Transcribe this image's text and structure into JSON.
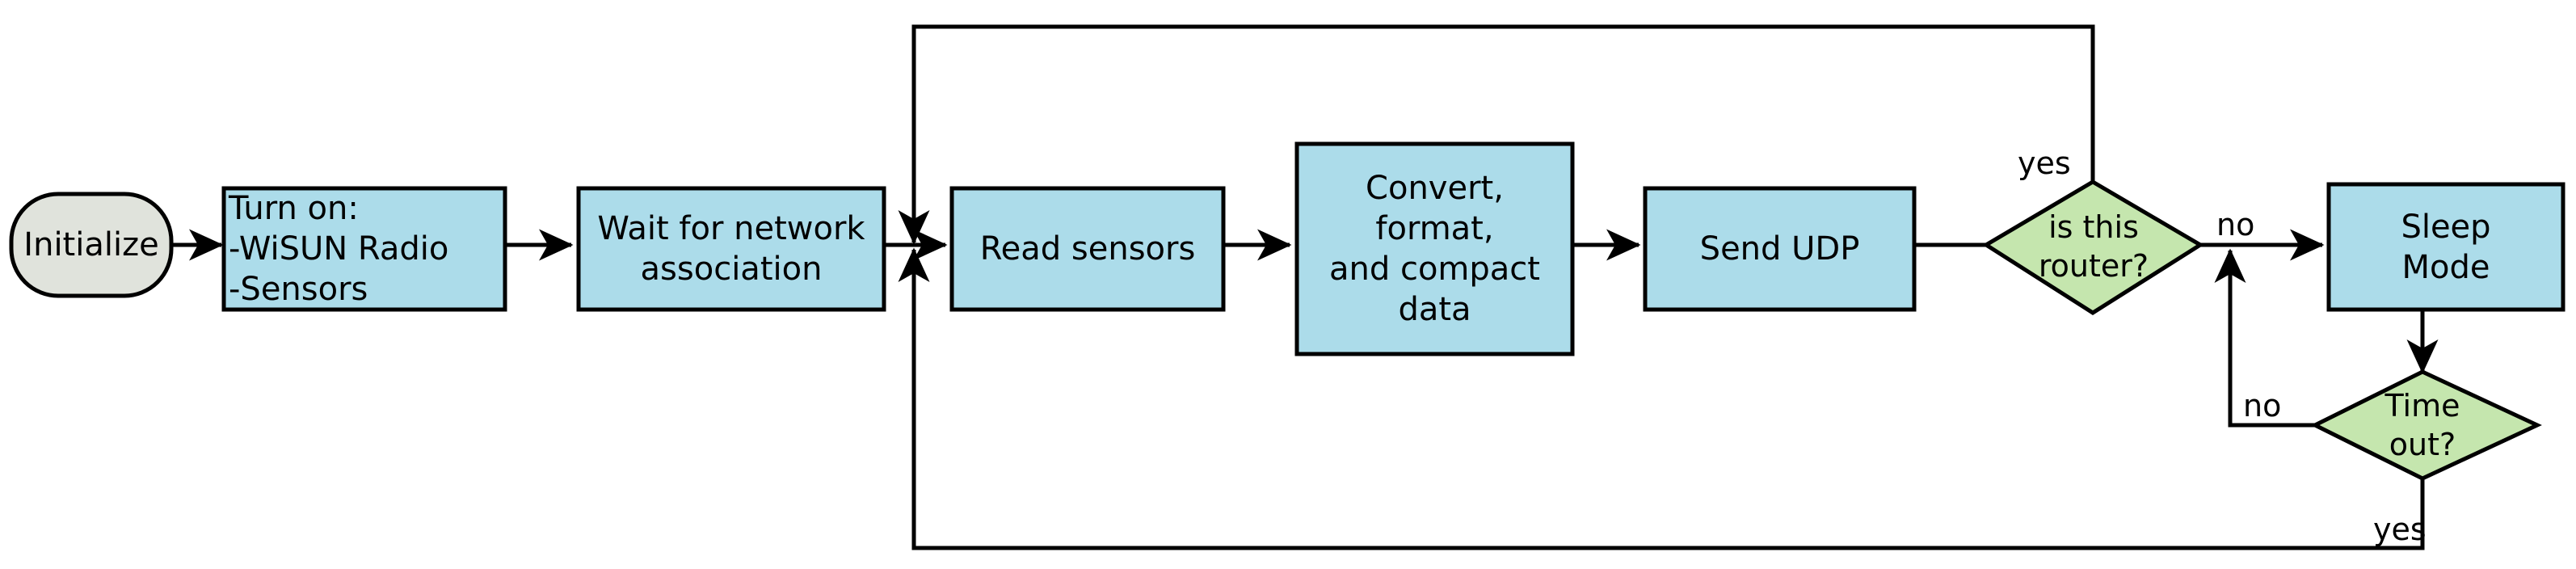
{
  "diagram": {
    "title": "WiSUN sensor node firmware flowchart",
    "colors": {
      "process_fill": "#ACDCEA",
      "decision_fill": "#C5E6AE",
      "terminator_fill": "#E0E3DC",
      "stroke": "#000000",
      "background": "#FFFFFF"
    },
    "nodes": [
      {
        "id": "initialize",
        "type": "terminator",
        "label": "Initialize"
      },
      {
        "id": "turn-on",
        "type": "process",
        "label": "Turn on:\n-WiSUN Radio\n-Sensors"
      },
      {
        "id": "wait",
        "type": "process",
        "label": "Wait for network\nassociation"
      },
      {
        "id": "read",
        "type": "process",
        "label": "Read sensors"
      },
      {
        "id": "convert",
        "type": "process",
        "label": "Convert,\nformat,\nand compact\ndata"
      },
      {
        "id": "send",
        "type": "process",
        "label": "Send UDP"
      },
      {
        "id": "router",
        "type": "decision",
        "label": "is this\nrouter?"
      },
      {
        "id": "sleep",
        "type": "process",
        "label": "Sleep\nMode"
      },
      {
        "id": "timeout",
        "type": "decision",
        "label": "Time\nout?"
      }
    ],
    "edge_labels": {
      "router_yes": "yes",
      "router_no": "no",
      "timeout_no": "no",
      "timeout_yes": "yes"
    }
  }
}
